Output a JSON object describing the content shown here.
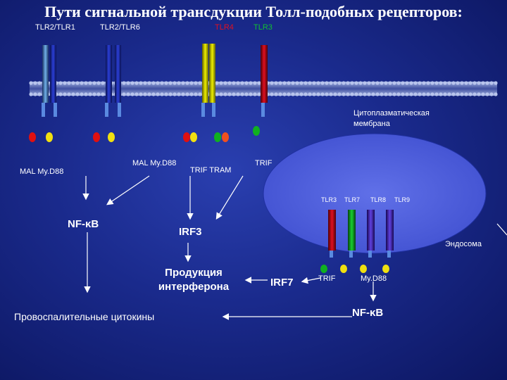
{
  "title": "Пути сигнальной трансдукции Толл-подобных рецепторов:",
  "receptors": {
    "tlr2_tlr1": "TLR2/TLR1",
    "tlr2_tlr6": "TLR2/TLR6",
    "tlr4": "TLR4",
    "tlr3": "TLR3"
  },
  "membrane_label": "Цитоплазматическая\nмембрана",
  "adapters": {
    "mal_myd88_left": "MAL  My.D88",
    "mal_myd88_center": "MAL  My.D88",
    "trif_tram": "TRIF  TRAM",
    "trif": "TRIF",
    "trif_endosome": "TRIF",
    "myd88_endosome": "My.D88"
  },
  "endosome": {
    "label": "Эндосома",
    "receptors": [
      "TLR3",
      "TLR7",
      "TLR8",
      "TLR9"
    ]
  },
  "outputs": {
    "nfkb_left": "NF-κB",
    "irf3": "IRF3",
    "interferon": "Продукция\nинтерферона",
    "irf7": "IRF7",
    "nfkb_right": "NF-κB",
    "cytokines": "Провоспалительные цитокины"
  },
  "colors": {
    "background": "#1a2a8c",
    "receptor_blue": "#2b3fd8",
    "receptor_lightblue": "#5fa0e0",
    "receptor_yellow": "#e8e000",
    "receptor_red": "#d00010",
    "receptor_green": "#10c020",
    "receptor_purple": "#5030d0",
    "dot_red": "#e01010",
    "dot_yellow": "#f0e010",
    "dot_green": "#10b020",
    "dot_orange": "#f05020",
    "endosome_fill": "#5060e0",
    "membrane": "#8090c8"
  }
}
